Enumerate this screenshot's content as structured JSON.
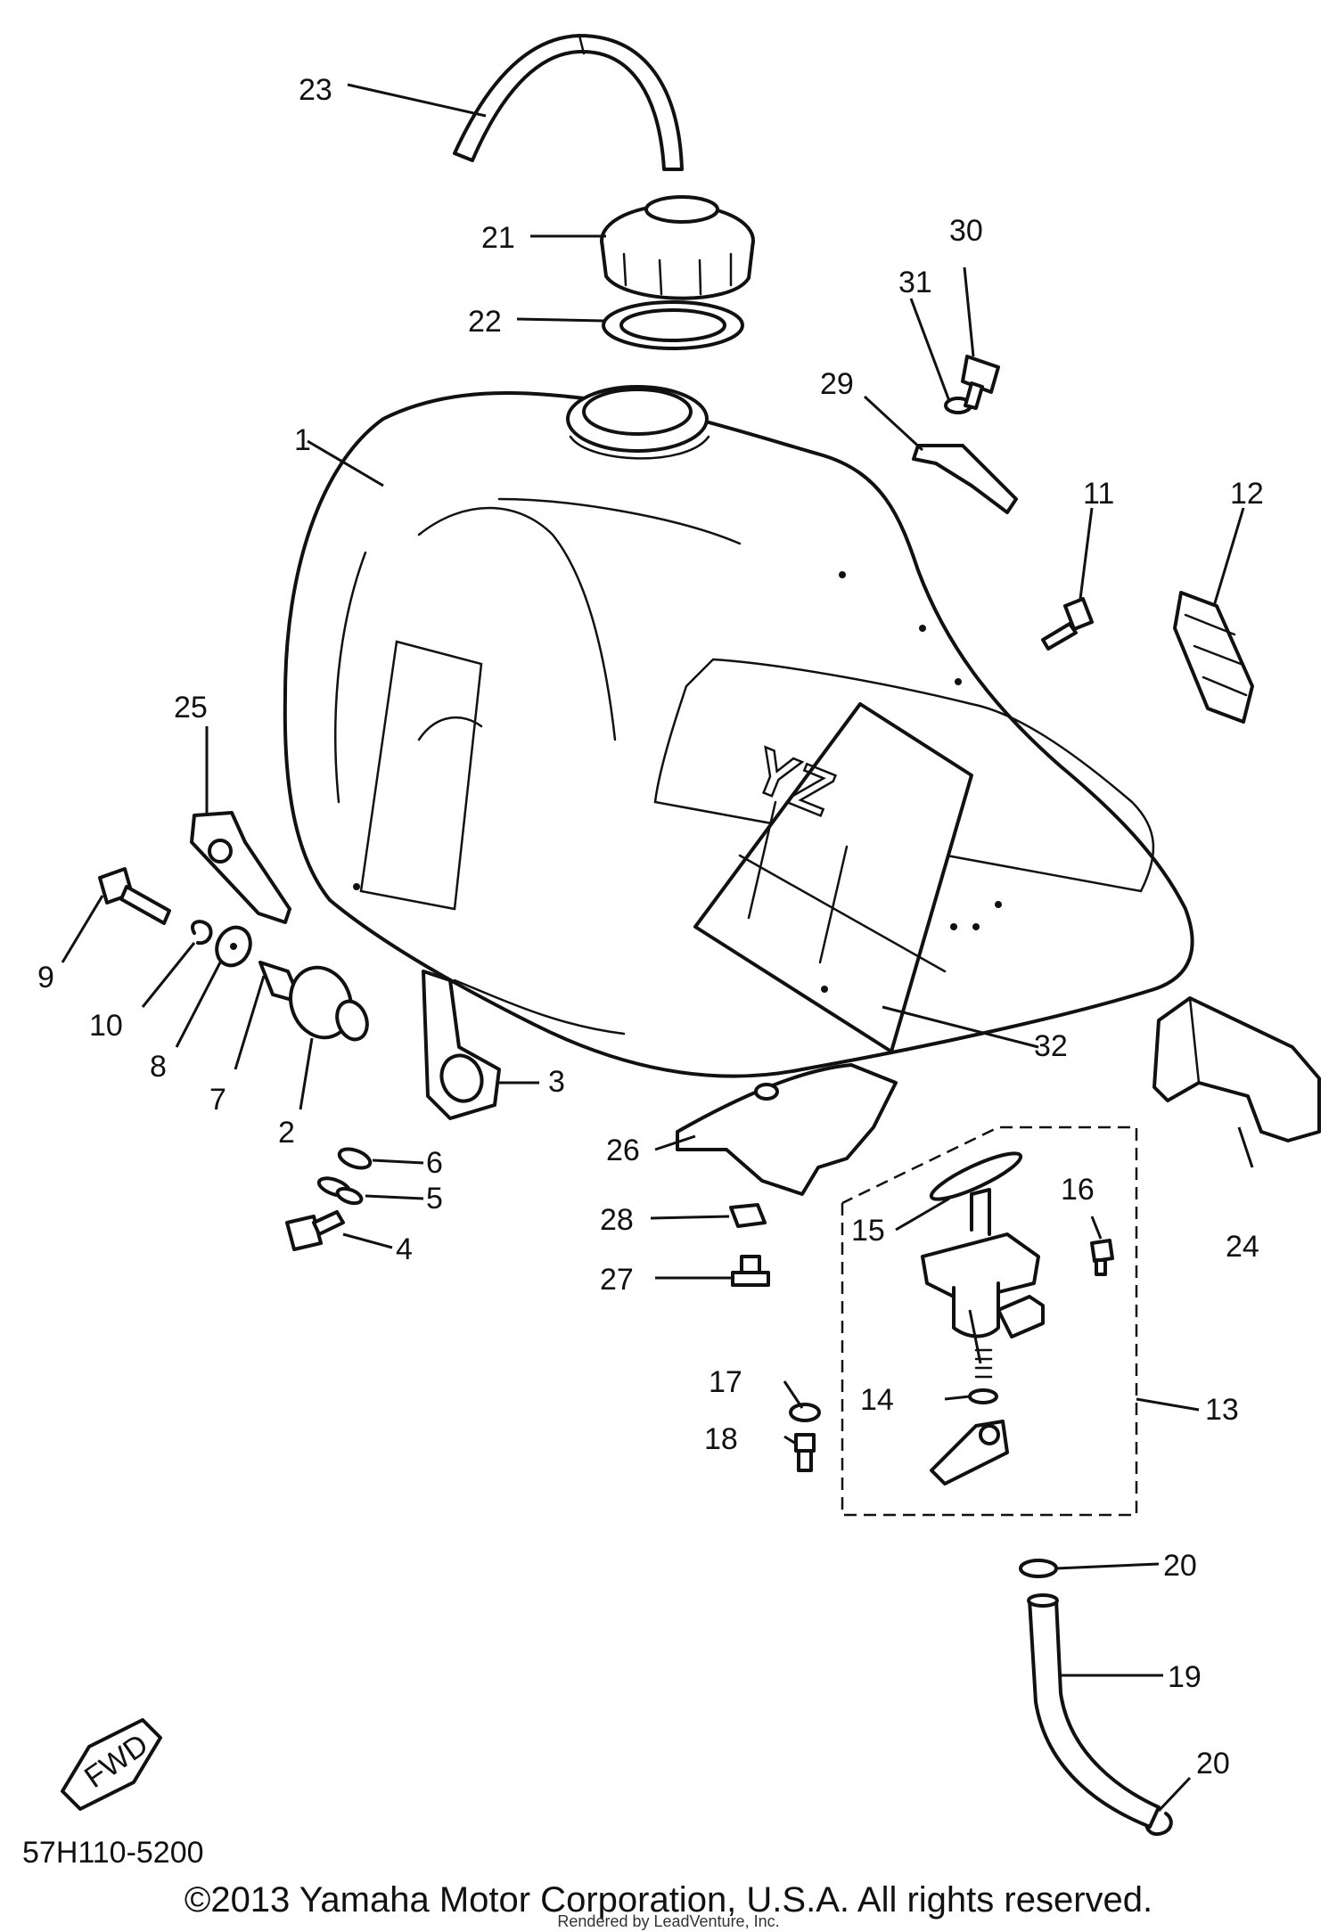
{
  "diagram_code": "57H110-5200",
  "fwd_text": "FWD",
  "tank_logo_text": "YZ",
  "copyright": "©2013 Yamaha Motor Corporation, U.S.A. All rights reserved.",
  "rendered_by": "Rendered by LeadVenture, Inc.",
  "part_labels": {
    "p1": "1",
    "p2": "2",
    "p3": "3",
    "p4": "4",
    "p5": "5",
    "p6": "6",
    "p7": "7",
    "p8": "8",
    "p9": "9",
    "p10": "10",
    "p11": "11",
    "p12": "12",
    "p13": "13",
    "p14": "14",
    "p15": "15",
    "p16": "16",
    "p17": "17",
    "p18": "18",
    "p19": "19",
    "p20a": "20",
    "p20b": "20",
    "p21": "21",
    "p22": "22",
    "p23": "23",
    "p24": "24",
    "p25": "25",
    "p26": "26",
    "p27": "27",
    "p28": "28",
    "p29": "29",
    "p30": "30",
    "p31": "31",
    "p32": "32"
  }
}
